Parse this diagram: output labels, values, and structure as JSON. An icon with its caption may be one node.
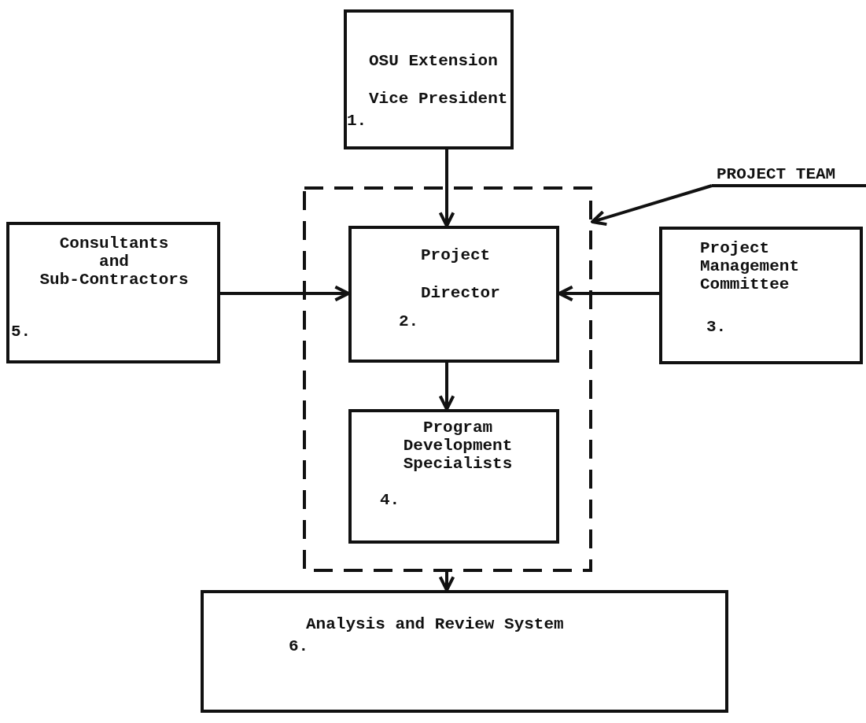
{
  "diagram": {
    "nodes": [
      {
        "text": [
          "OSU Extension Vice President",
          "1."
        ]
      },
      {
        "text": [
          "PROJECT TEAM"
        ]
      },
      {
        "text": [
          "Consultants and Sub-Contractors",
          "5."
        ]
      },
      {
        "text": [],
        "shape": "box"
      },
      {
        "text": [
          "Project Director",
          "2."
        ],
        "in": 3
      },
      {
        "text": [
          "Project Management Committee",
          "3."
        ]
      },
      {
        "text": [
          "Program Development Specialists",
          "4."
        ],
        "in": 3
      },
      {
        "text": [
          "Analysis and Review System",
          "6."
        ]
      }
    ],
    "edges": [
      {
        "from": 0,
        "to": 4,
        "arrow": "to"
      },
      {
        "from": 2,
        "to": 4,
        "arrow": "to"
      },
      {
        "from": 5,
        "to": 4,
        "arrow": "to"
      },
      {
        "from": 4,
        "to": 6,
        "arrow": "to"
      },
      {
        "from": 3,
        "to": 7,
        "arrow": "to"
      },
      {
        "from": 1,
        "to": 3,
        "arrow": "to"
      }
    ]
  }
}
